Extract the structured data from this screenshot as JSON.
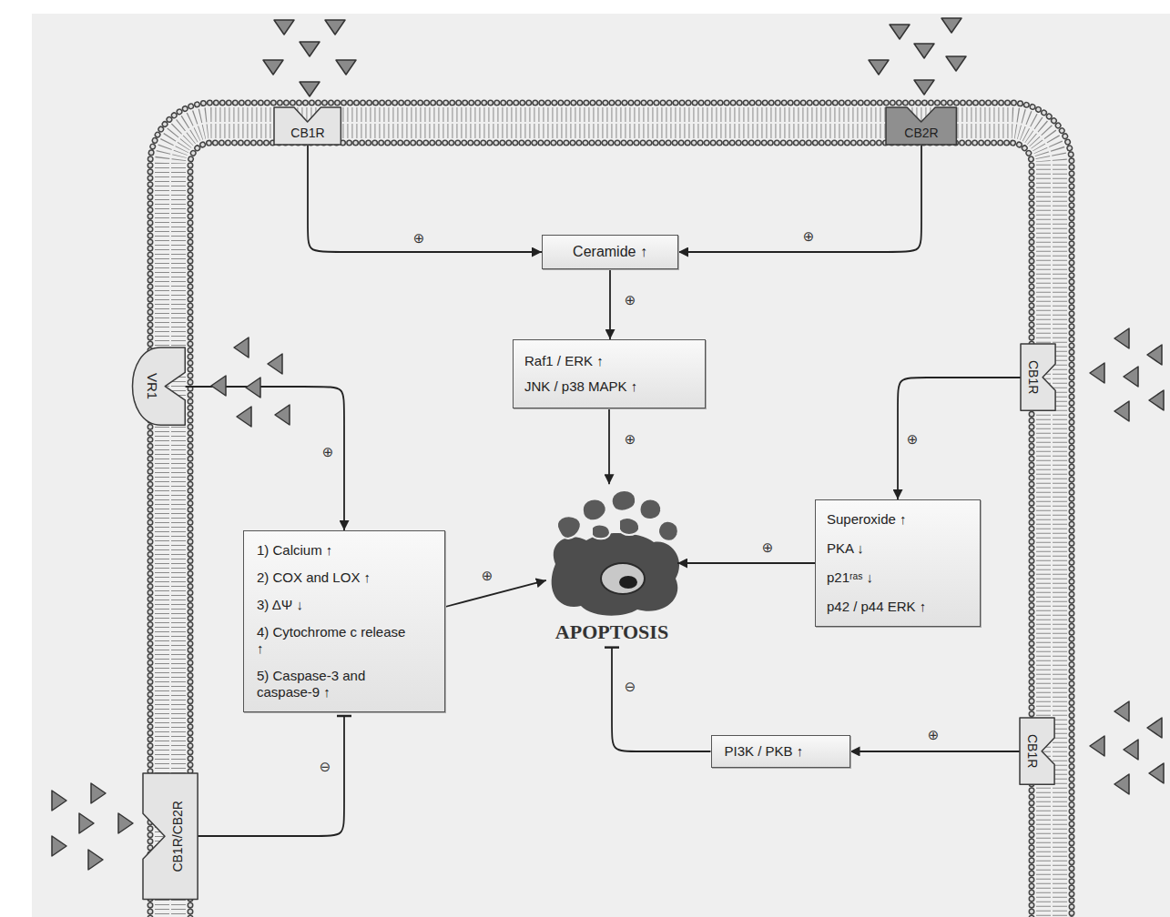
{
  "diagram": {
    "nodes": [
      {
        "text": [
          "CB1R"
        ]
      },
      {
        "text": [
          "CB2R"
        ]
      },
      {
        "text": [
          "Ceramide ↑"
        ]
      },
      {
        "text": [
          "Raf1 / ERK ↑",
          "JNK / p38 MAPK ↑"
        ]
      },
      {
        "text": [
          "VR1"
        ]
      },
      {
        "text": [
          "CB1R"
        ]
      },
      {
        "text": [
          "1) Calcium ↑",
          "2) COX and LOX ↑",
          "3) ΔΨ ↓",
          "4) Cytochrome c release ↑",
          "5) Caspase-3 and caspase-9 ↑"
        ]
      },
      {
        "text": [
          "APOPTOSIS"
        ]
      },
      {
        "text": [
          "Superoxide ↑",
          "PKA ↓",
          "p21ʳᵃˢ ↓",
          "p42 / p44 ERK ↑"
        ]
      },
      {
        "text": [
          "PI3K / PKB ↑"
        ]
      },
      {
        "text": [
          "CB1R"
        ]
      },
      {
        "text": [
          "CB1R/CB2R"
        ]
      }
    ],
    "edges": [
      {
        "from": 0,
        "to": 2,
        "arrow": "to",
        "label": "⊕"
      },
      {
        "from": 1,
        "to": 2,
        "arrow": "to",
        "label": "⊕"
      },
      {
        "from": 2,
        "to": 3,
        "arrow": "to",
        "label": "⊕"
      },
      {
        "from": 3,
        "to": 7,
        "arrow": "to",
        "label": "⊕"
      },
      {
        "from": 4,
        "to": 6,
        "arrow": "to",
        "label": "⊕"
      },
      {
        "from": 6,
        "to": 7,
        "arrow": "to",
        "label": "⊕"
      },
      {
        "from": 5,
        "to": 8,
        "arrow": "to",
        "label": "⊕"
      },
      {
        "from": 8,
        "to": 7,
        "arrow": "to",
        "label": "⊕"
      },
      {
        "from": 10,
        "to": 9,
        "arrow": "to",
        "label": "⊕"
      },
      {
        "from": 9,
        "to": 7,
        "arrow": "to",
        "label": "⊖"
      },
      {
        "from": 11,
        "to": 6,
        "arrow": "to",
        "label": "⊖"
      }
    ]
  }
}
